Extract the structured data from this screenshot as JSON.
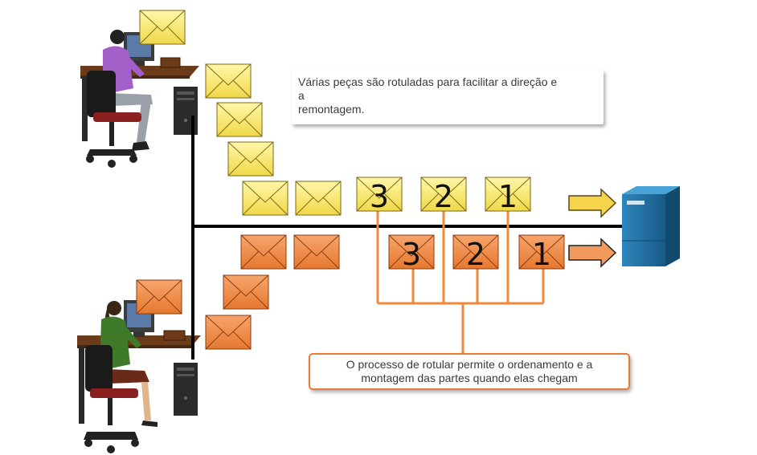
{
  "callout_top": {
    "line1": "Várias peças são rotuladas para facilitar a direção e",
    "line2": "a",
    "line3": "remontagem."
  },
  "callout_bottom": {
    "line1": "O processo de rotular permite o ordenamento e a",
    "line2": "montagem das partes quando elas chegam"
  },
  "labels": {
    "yellow": [
      "3",
      "2",
      "1"
    ],
    "orange": [
      "3",
      "2",
      "1"
    ]
  },
  "colors": {
    "yellow_envelope": "#f7e96a",
    "orange_envelope": "#f08c4a",
    "bracket": "#ef8a3c",
    "server": "#1e6a9b",
    "wire": "#000000"
  },
  "icons": [
    "computer-user-male-icon",
    "computer-user-female-icon",
    "server-icon",
    "envelope-icon",
    "arrow-right-icon"
  ]
}
